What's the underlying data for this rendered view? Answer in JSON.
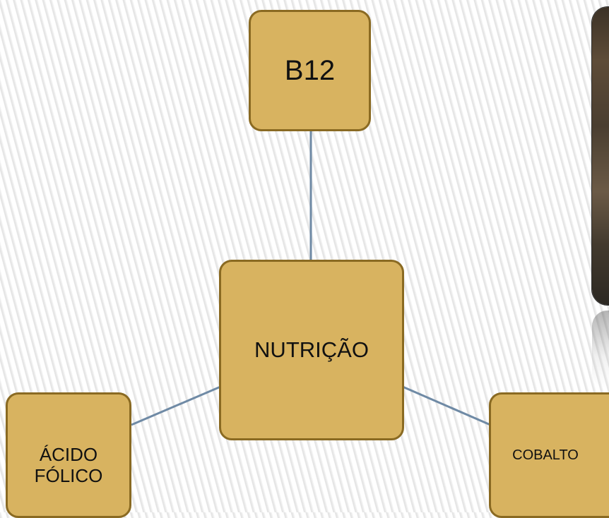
{
  "diagram": {
    "center": {
      "label": "NUTRIÇÃO"
    },
    "nodes": {
      "b12": {
        "label": "B12"
      },
      "acido": {
        "label": "ÁCIDO\nFÓLICO"
      },
      "cobalto": {
        "label": "COBALTO"
      }
    }
  },
  "colors": {
    "node_fill": "#d8b360",
    "node_border": "#8a6a22",
    "connector": "#6f8aa5"
  }
}
